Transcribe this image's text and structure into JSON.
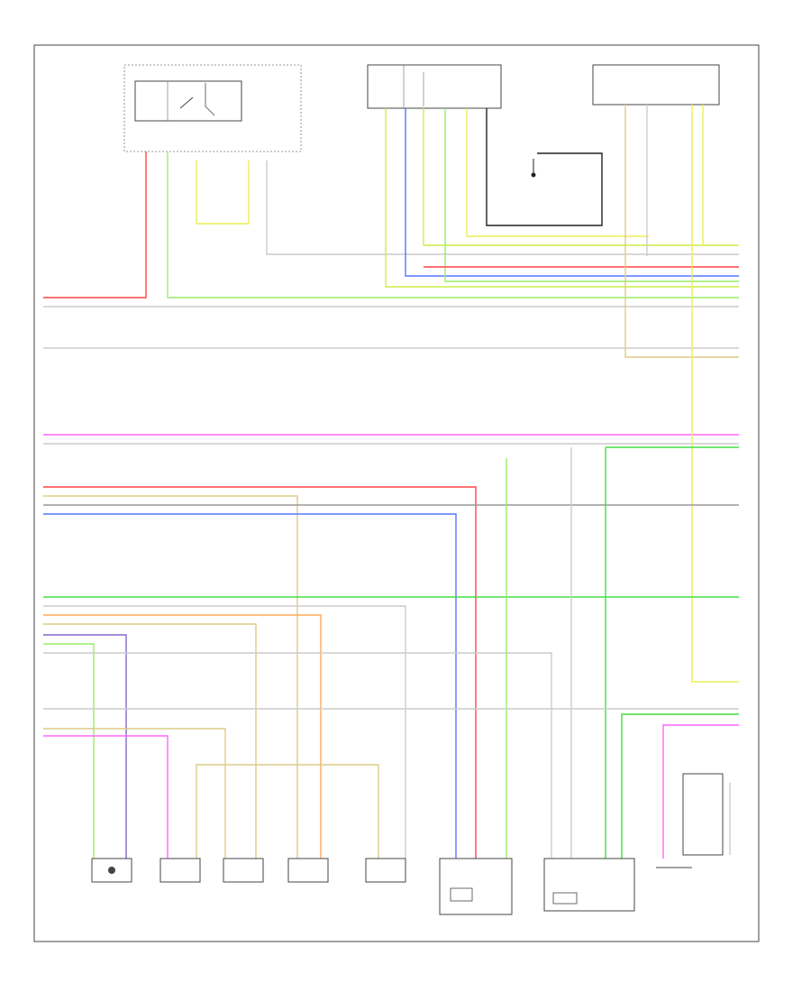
{
  "frame_code": "",
  "wire_colors": {
    "red": "#ff4444",
    "green": "#44dd44",
    "light_green": "#99ee66",
    "yellow": "#eeee55",
    "yellow_green": "#ccee44",
    "blue": "#5577ff",
    "violet": "#8866cc",
    "pink": "#ff66ff",
    "tan": "#ddcc88",
    "orange": "#ffaa55",
    "brown": "#cc9944",
    "gray": "#999999",
    "light_gray": "#cccccc",
    "black": "#222222"
  },
  "top_modules": [
    {
      "id": "fuse-relay-box",
      "title": "",
      "desc": ""
    },
    {
      "id": "instrument-cluster",
      "title": "",
      "desc": ""
    },
    {
      "id": "brake-switch-module",
      "title": "",
      "desc": ""
    }
  ],
  "ground": {
    "label": ""
  },
  "left_terminals": [],
  "right_terminals": [],
  "bottom_components": [
    {
      "id": "c1",
      "lines": [
        ""
      ]
    },
    {
      "id": "c2",
      "lines": [
        ""
      ]
    },
    {
      "id": "c3",
      "lines": [
        ""
      ]
    },
    {
      "id": "c4",
      "lines": [
        ""
      ]
    },
    {
      "id": "c5",
      "lines": [
        ""
      ]
    },
    {
      "id": "c6",
      "lines": [
        ""
      ]
    },
    {
      "id": "c7",
      "lines": [
        ""
      ]
    },
    {
      "id": "c8",
      "lines": [
        ""
      ]
    },
    {
      "id": "c9",
      "lines": [
        ""
      ]
    }
  ]
}
